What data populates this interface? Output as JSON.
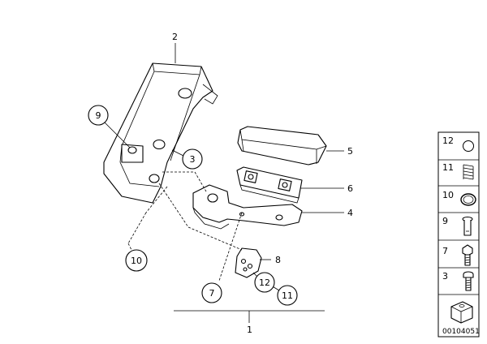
{
  "diagram": {
    "callouts": [
      {
        "id": "c2",
        "text": "2"
      },
      {
        "id": "c9",
        "text": "9"
      },
      {
        "id": "c3",
        "text": "3"
      },
      {
        "id": "c5",
        "text": "5"
      },
      {
        "id": "c6",
        "text": "6"
      },
      {
        "id": "c4",
        "text": "4"
      },
      {
        "id": "c10",
        "text": "10"
      },
      {
        "id": "c8",
        "text": "8"
      },
      {
        "id": "c7",
        "text": "7"
      },
      {
        "id": "c12",
        "text": "12"
      },
      {
        "id": "c11",
        "text": "11"
      },
      {
        "id": "c1",
        "text": "1"
      }
    ],
    "legend": [
      {
        "num": "12",
        "icon": "o-ring-icon"
      },
      {
        "num": "11",
        "icon": "spring-icon"
      },
      {
        "num": "10",
        "icon": "spring-clip-icon"
      },
      {
        "num": "9",
        "icon": "pin-icon"
      },
      {
        "num": "7",
        "icon": "hex-bolt-icon"
      },
      {
        "num": "3",
        "icon": "screw-icon"
      },
      {
        "num": "",
        "icon": "nut-block-icon"
      }
    ],
    "diagram_code": "00104051"
  }
}
